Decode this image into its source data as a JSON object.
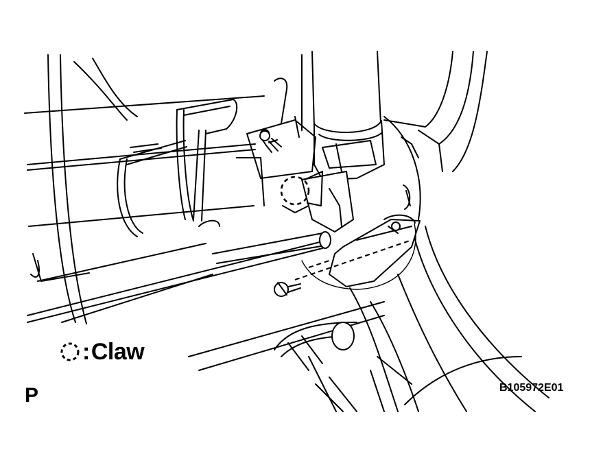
{
  "legend": {
    "symbol": ":",
    "label": "Claw"
  },
  "view_label": "P",
  "figure_code": "B105972E01"
}
